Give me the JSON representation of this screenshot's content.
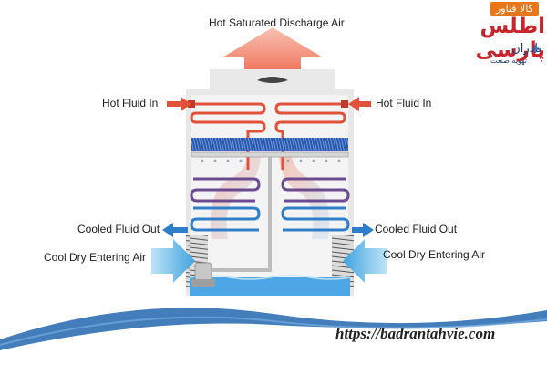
{
  "labels": {
    "top_air": "Hot Saturated Discharge Air",
    "hot_in_left": "Hot Fluid In",
    "hot_in_right": "Hot Fluid In",
    "cooled_out_left": "Cooled Fluid Out",
    "cooled_out_right": "Cooled Fluid Out",
    "cool_air_left": "Cool Dry Entering Air",
    "cool_air_right": "Cool Dry Entering Air"
  },
  "brand": {
    "tag": "کالا فناور",
    "main": "اطلس پارسی",
    "sub": "بادران",
    "sub2": "تهویه صنعت"
  },
  "url": "https://badrantahvie.com",
  "colors": {
    "hot": "#e2523a",
    "cold": "#2f7ec9",
    "water": "#4da6e6",
    "mesh": "#2d63b6",
    "frame": "#e7e7e7",
    "mid_coil": "#6b4a8f"
  }
}
